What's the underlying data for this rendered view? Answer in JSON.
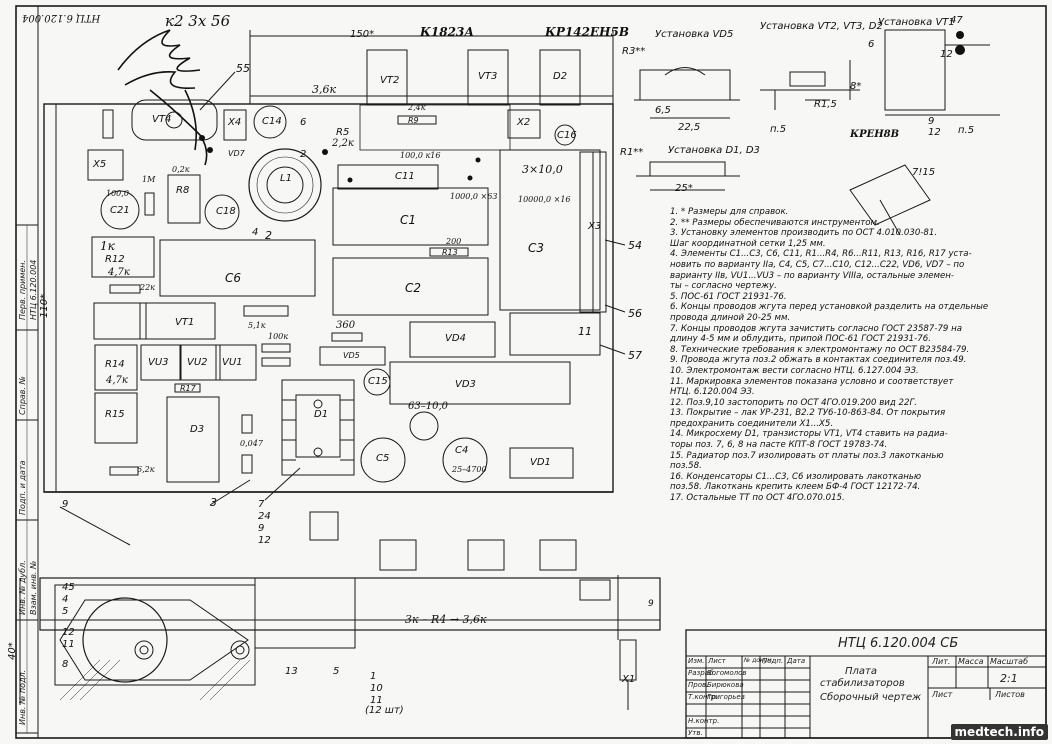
{
  "header": {
    "doc_code_rotated": "НТЦ 6.120.004",
    "scribble": "к2 3х 56",
    "ic_label": "К1823А",
    "diode_label": "КР142ЕН5В",
    "dim_150": "150*",
    "dim_110": "110*",
    "dim_40": "40*"
  },
  "detail_views": {
    "vd5": "Установка VD5",
    "vt2_vt3_d2": "Установка VT2, VT3, D2",
    "vt1": "Установка VT1",
    "d1_d3": "Установка D1, D3",
    "kren": "КРЕН8В",
    "r3": "R3**",
    "r1": "R1**",
    "d225": "22,5",
    "d65": "6,5",
    "d25": "25*",
    "p5": "п.5",
    "p5b": "п.5",
    "k15": "R1,5",
    "num9": "9",
    "num12": "12",
    "num47": "47",
    "num12b": "12",
    "num715": "7!15",
    "num6": "6",
    "num8": "8*"
  },
  "board": {
    "components": {
      "vt2": "VT2",
      "vt3": "VT3",
      "d2": "D2",
      "vt4": "VT4",
      "vt1": "VT1",
      "c1": "C1",
      "c2": "C2",
      "c3": "C3",
      "c6": "C6",
      "c11": "C11",
      "c14": "C14",
      "c15": "C15",
      "c16": "C16",
      "c18": "C18",
      "c21": "C21",
      "c5": "C5",
      "c4": "C4",
      "r8": "R8",
      "r12": "R12",
      "r14": "R14",
      "r15": "R15",
      "r5": "R5",
      "r9": "R9",
      "r13": "R13",
      "r17": "R17",
      "x1": "X1",
      "x2": "X2",
      "x3": "X3",
      "x4": "X4",
      "x5": "X5",
      "vd1": "VD1",
      "vd3": "VD3",
      "vd4": "VD4",
      "vd5": "VD5",
      "vd7": "VD7",
      "vu1": "VU1",
      "vu2": "VU2",
      "vu3": "VU3",
      "d1": "D1",
      "d3": "D3",
      "l1": "L1"
    },
    "values": {
      "v3_6k": "3,6к",
      "v2_2k": "2,2к",
      "v100_0": "100,0 к16",
      "v1000_0": "1000,0 ×63",
      "v10000_0": "10000,0 ×16",
      "v200": "200",
      "v360": "360",
      "v100k": "100к",
      "v4_7k": "4,7к",
      "v4_7k_b": "4,7к",
      "v1k": "1к",
      "v6_2k": "6,2к",
      "v63_10": "63–10,0",
      "v25_4700": "25–4700",
      "v5_1k": "5,1к",
      "v2_4k": "2,4к",
      "v3x10": "3×10,0",
      "v0_047": "0,047",
      "v1m": "1М",
      "v100_0b": "100,0",
      "v0_2k": "0,2к",
      "v3x_r4": "3к – R4 → 3,6к",
      "v22k": "22к"
    },
    "callouts": [
      "55",
      "54",
      "56",
      "57",
      "11",
      "3",
      "7",
      "24",
      "9",
      "12",
      "45",
      "4",
      "5",
      "9",
      "12",
      "11",
      "8",
      "13",
      "5",
      "1",
      "10",
      "11",
      "9",
      "2",
      "6",
      "4",
      "2"
    ],
    "qty_note": "(12 шт)"
  },
  "notes": [
    "1. * Размеры для справок.",
    "2. ** Размеры обеспечиваются инструментом.",
    "3. Установку элементов производить по ОСТ 4.010.030-81.",
    "   Шаг координатной сетки 1,25 мм.",
    "4. Элементы С1...С3, С6, С11, R1...R4, R6...R11, R13, R16, R17 уста-",
    "   новить по варианту IIа, С4, С5, С7...С10, С12...С22, VD6, VD7 – по",
    "   варианту IIв, VU1...VU3 – по варианту VIIIа, остальные элемен-",
    "   ты – согласно чертежу.",
    "5. ПОС-61 ГОСТ 21931-76.",
    "6. Концы проводов жгута перед установкой разделить на отдельные",
    "   провода длиной 20-25 мм.",
    "7. Концы проводов жгута зачистить согласно ГОСТ 23587-79 на",
    "   длину 4-5 мм и облудить, припой ПОС-61 ГОСТ 21931-76.",
    "8. Технические требования к электромонтажу по ОСТ В23584-79.",
    "9. Провода жгута поз.2 обжать в контактах соединителя поз.49.",
    "10. Электромонтаж вести согласно НТЦ. 6.127.004 ЭЗ.",
    "11. Маркировка элементов показана условно и соответствует",
    "    НТЦ. 6.120.004 ЭЗ.",
    "12. Поз.9,10 застопорить по ОСТ 4ГО.019.200 вид 22Г.",
    "13. Покрытие – лак УР-231, В2.2 ТУ6-10-863-84. От покрытия",
    "    предохранить соединители Х1...Х5.",
    "14. Микросхему D1, транзисторы VT1, VT4 ставить на радиа-",
    "    торы поз. 7, 6, 8 на пасте КПТ-8 ГОСТ 19783-74.",
    "15. Радиатор поз.7 изолировать от платы поз.3 лакотканью",
    "    поз.58.",
    "16. Конденсаторы С1...С3, С6 изолировать лакотканью",
    "    поз.58. Лакоткань крепить клеем БФ-4 ГОСТ 12172-74.",
    "17. Остальные ТТ по ОСТ 4ГО.070.015."
  ],
  "title_block": {
    "doc_number": "НТЦ 6.120.004 СБ",
    "name_line1": "Плата",
    "name_line2": "стабилизаторов",
    "name_line3": "Сборочный чертеж",
    "col_lit": "Лит.",
    "col_mass": "Масса",
    "col_scale": "Масштаб",
    "scale": "2:1",
    "sheet": "Лист",
    "sheets": "Листов",
    "rows": [
      "Разраб.",
      "Пров.",
      "Т.контр.",
      "Н.контр.",
      "Утв."
    ],
    "names": [
      "Богомолов",
      "Бирюкова",
      "Григорьев"
    ],
    "izm": "Изм.",
    "list": "Лист",
    "ndoc": "№ докум.",
    "podp": "Подп.",
    "data": "Дата"
  },
  "left_margin": {
    "perv_prim": "Перв. примен.",
    "sprav": "Справ. №",
    "ntc": "НТЦ 6.120.004",
    "podp_data": "Подп. и дата",
    "inv_dubl": "Инв. № дубл.",
    "vzam_inv": "Взам. инв. №",
    "inv_podl": "Инв. № подл."
  },
  "watermark": "medtech.info"
}
